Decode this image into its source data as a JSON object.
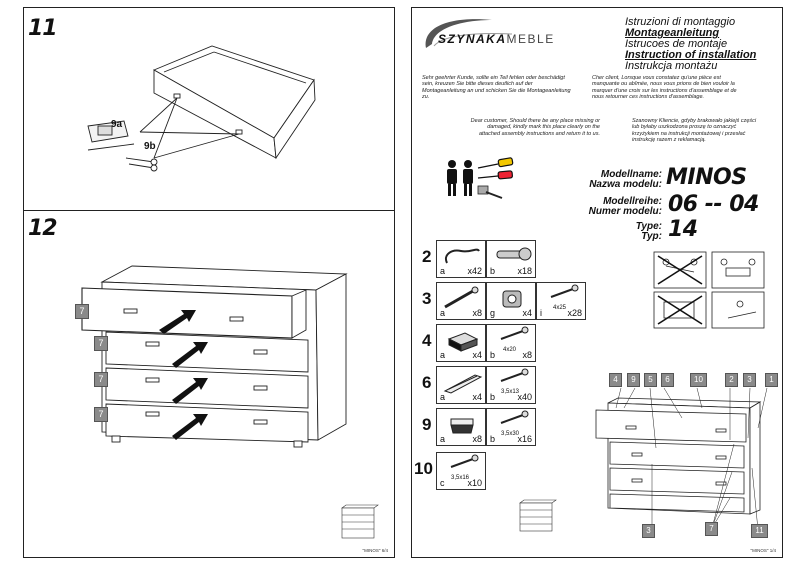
{
  "left": {
    "step11": "11",
    "step12": "12",
    "label_9a": "9a",
    "label_9b": "9b",
    "drawer_tags": [
      "7",
      "7",
      "7",
      "7"
    ],
    "footer": "\"MINOS\" 6/4"
  },
  "right": {
    "brand": {
      "name_bold": "SZYNAKA",
      "name_light": "MEBLE"
    },
    "titles": [
      "Istruzioni di montaggio",
      "Montageanleitung",
      "Istrucoes de montaje",
      "Instruction of installation",
      "Instrukcja montażu"
    ],
    "texts": {
      "de": "Sehr geehrter Kunde, sollte ein Teil fehlen oder beschädigt sein, kreuzen Sie bitte dieses deutlich auf der Montageanleitung an und schicken Sie die Montageanleitung zu.",
      "fr": "Cher client, Lorsque vous constatez qu'une pièce est manquante ou abîmée, nous vous prions de bien vouloir la marquer d'une croix sur les instructions d'assemblage et de nous retourner ces instructions d'assemblage.",
      "en": "Dear customer, Should there be any place missing or damaged, kindly mark this place clearly on the attached assembly instructions and return it to us.",
      "pl": "Szanowny Kliencie, gdyby brakowało jakiejś części lub byłaby uszkodzona proszę to oznaczyć krzyżykiem na instrukcji montażowej i przesłać instrukcję razem z reklamacją."
    },
    "model": {
      "name_label1": "Modellname:",
      "name_label2": "Nazwa modelu:",
      "name_value": "MINOS",
      "series_label1": "Modellreihe:",
      "series_label2": "Numer modelu:",
      "series_value": "06 -- 04",
      "type_label1": "Type:",
      "type_label2": "Typ:",
      "type_value": "14"
    },
    "parts": [
      {
        "num": "2",
        "cells": [
          {
            "letter": "a",
            "qty": "x42"
          },
          {
            "letter": "b",
            "qty": "x18"
          }
        ]
      },
      {
        "num": "3",
        "cells": [
          {
            "letter": "a",
            "qty": "x8"
          },
          {
            "letter": "g",
            "qty": "x4"
          },
          {
            "letter": "i",
            "qty": "x28",
            "size": "4x25"
          }
        ]
      },
      {
        "num": "4",
        "cells": [
          {
            "letter": "a",
            "qty": "x4"
          },
          {
            "letter": "b",
            "qty": "x8",
            "size": "4x20"
          }
        ]
      },
      {
        "num": "6",
        "cells": [
          {
            "letter": "a",
            "qty": "x4"
          },
          {
            "letter": "b",
            "qty": "x40",
            "size": "3,5x13"
          }
        ]
      },
      {
        "num": "9",
        "cells": [
          {
            "letter": "a",
            "qty": "x8"
          },
          {
            "letter": "b",
            "qty": "x16",
            "size": "3,5x30"
          }
        ]
      },
      {
        "num": "10",
        "cells": [
          {
            "letter": "c",
            "qty": "x10",
            "size": "3,5x16"
          }
        ]
      }
    ],
    "diagram_tags_top": [
      "4",
      "9",
      "5",
      "6",
      "10",
      "2",
      "3",
      "1"
    ],
    "diagram_tags_bottom": [
      "3",
      "7",
      "11"
    ],
    "footer": "\"MINOS\" 1/4"
  },
  "colors": {
    "line": "#222222",
    "tag": "#8a8a8a",
    "arrow": "#111111"
  }
}
